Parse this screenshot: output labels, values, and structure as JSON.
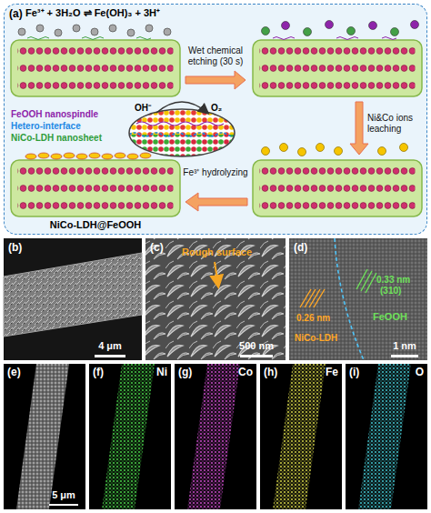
{
  "diagram": {
    "nodes": [
      {
        "text": [
          "(a)"
        ]
      },
      {
        "text": [
          "(b)",
          "4 μm"
        ]
      },
      {
        "text": [
          "(c)",
          "Rough surface",
          "500 nm"
        ]
      },
      {
        "text": [
          "(d)",
          "0.33 nm",
          "(310)",
          "FeOOH",
          "0.26 nm",
          "NiCo-LDH",
          "1 nm"
        ]
      },
      {
        "text": [
          "(e)",
          "5 μm"
        ]
      },
      {
        "text": [
          "(f)",
          "Ni"
        ]
      },
      {
        "text": [
          "(g)",
          "Co"
        ]
      },
      {
        "text": [
          "(h)",
          "Fe"
        ]
      },
      {
        "text": [
          "(i)",
          "O"
        ]
      }
    ],
    "labels": [
      "Fe³⁺ + 3H₂O ⇌ Fe(OH)₃ + 3H⁺",
      "Wet chemical etching (30 s)",
      "Ni&Co ions leaching",
      "Fe³⁺ hydrolyzing",
      "NiCo-LDH@FeOOH",
      "FeOOH nanospindle",
      "Hetero-interface",
      "NiCo-LDH nanosheet",
      "OH⁻",
      "O₂"
    ]
  }
}
